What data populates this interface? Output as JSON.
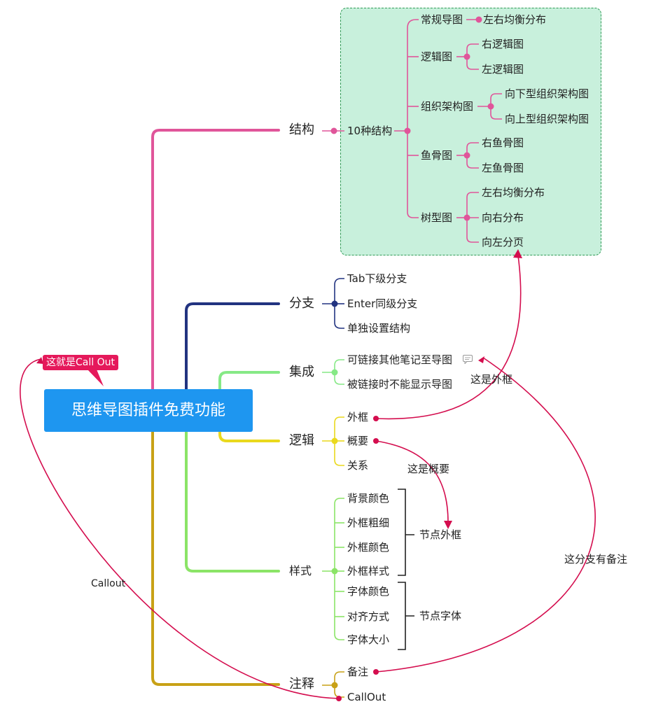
{
  "root": {
    "label": "思维导图插件免费功能"
  },
  "callout": {
    "label": "这就是Call Out"
  },
  "colors": {
    "structure": "#e0559a",
    "branch": "#223380",
    "integration": "#86e986",
    "logic": "#ead91d",
    "style": "#8be467",
    "notes": "#c8a116",
    "relation": "#d40d4e",
    "root_bg": "#1e96f0",
    "boundary_bg": "#c8f0dc",
    "boundary_border": "#2f9a55"
  },
  "structure": {
    "label": "结构",
    "sub": "10种结构",
    "types": [
      {
        "label": "常规导图",
        "children": [
          "左右均衡分布"
        ]
      },
      {
        "label": "逻辑图",
        "children": [
          "右逻辑图",
          "左逻辑图"
        ]
      },
      {
        "label": "组织架构图",
        "children": [
          "向下型组织架构图",
          "向上型组织架构图"
        ]
      },
      {
        "label": "鱼骨图",
        "children": [
          "右鱼骨图",
          "左鱼骨图"
        ]
      },
      {
        "label": "树型图",
        "children": [
          "左右均衡分布",
          "向右分布",
          "向左分页"
        ]
      }
    ]
  },
  "branch": {
    "label": "分支",
    "children": [
      "Tab下级分支",
      "Enter同级分支",
      "单独设置结构"
    ]
  },
  "integration": {
    "label": "集成",
    "children": [
      "可链接其他笔记至导图",
      "被链接时不能显示导图"
    ],
    "note_icon": "note-icon"
  },
  "logic": {
    "label": "逻辑",
    "children": [
      "外框",
      "概要",
      "关系"
    ]
  },
  "style": {
    "label": "样式",
    "children": [
      "背景颜色",
      "外框粗细",
      "外框颜色",
      "外框样式",
      "字体颜色",
      "对齐方式",
      "字体大小"
    ],
    "summaries": [
      "节点外框",
      "节点字体"
    ]
  },
  "notes": {
    "label": "注释",
    "children": [
      "备注",
      "CallOut"
    ]
  },
  "relations": {
    "boundary": "这是外框",
    "summary": "这是概要",
    "note": "这分支有备注",
    "callout": "Callout"
  }
}
